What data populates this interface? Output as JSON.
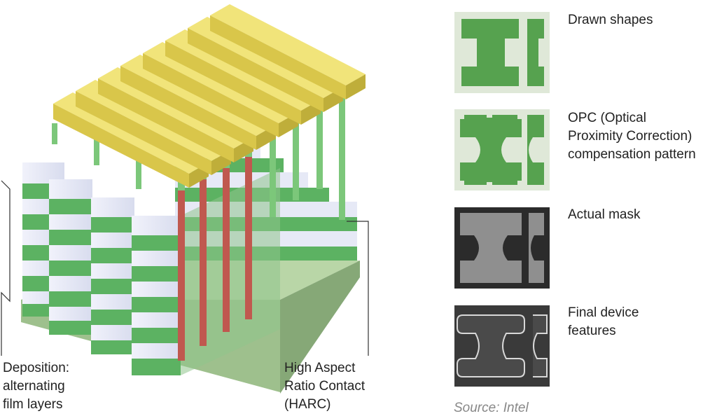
{
  "labels": {
    "deposition": "Deposition:\nalternating\nfilm layers",
    "harc": "High Aspect\nRatio Contact\n(HARC)"
  },
  "steps": [
    {
      "caption": "Drawn shapes"
    },
    {
      "caption": "OPC (Optical\nProximity Correction)\ncompensation pattern"
    },
    {
      "caption": "Actual mask"
    },
    {
      "caption": "Final device\nfeatures"
    }
  ],
  "source": "Source: Intel",
  "colors": {
    "film_green": "#5cb262",
    "film_white": "#e6e9f6",
    "cap_yellow": "#e6d25a",
    "harc_red": "#c0584f",
    "tile_green": "#56a24f",
    "tile_bg": "#dfe8d8"
  }
}
